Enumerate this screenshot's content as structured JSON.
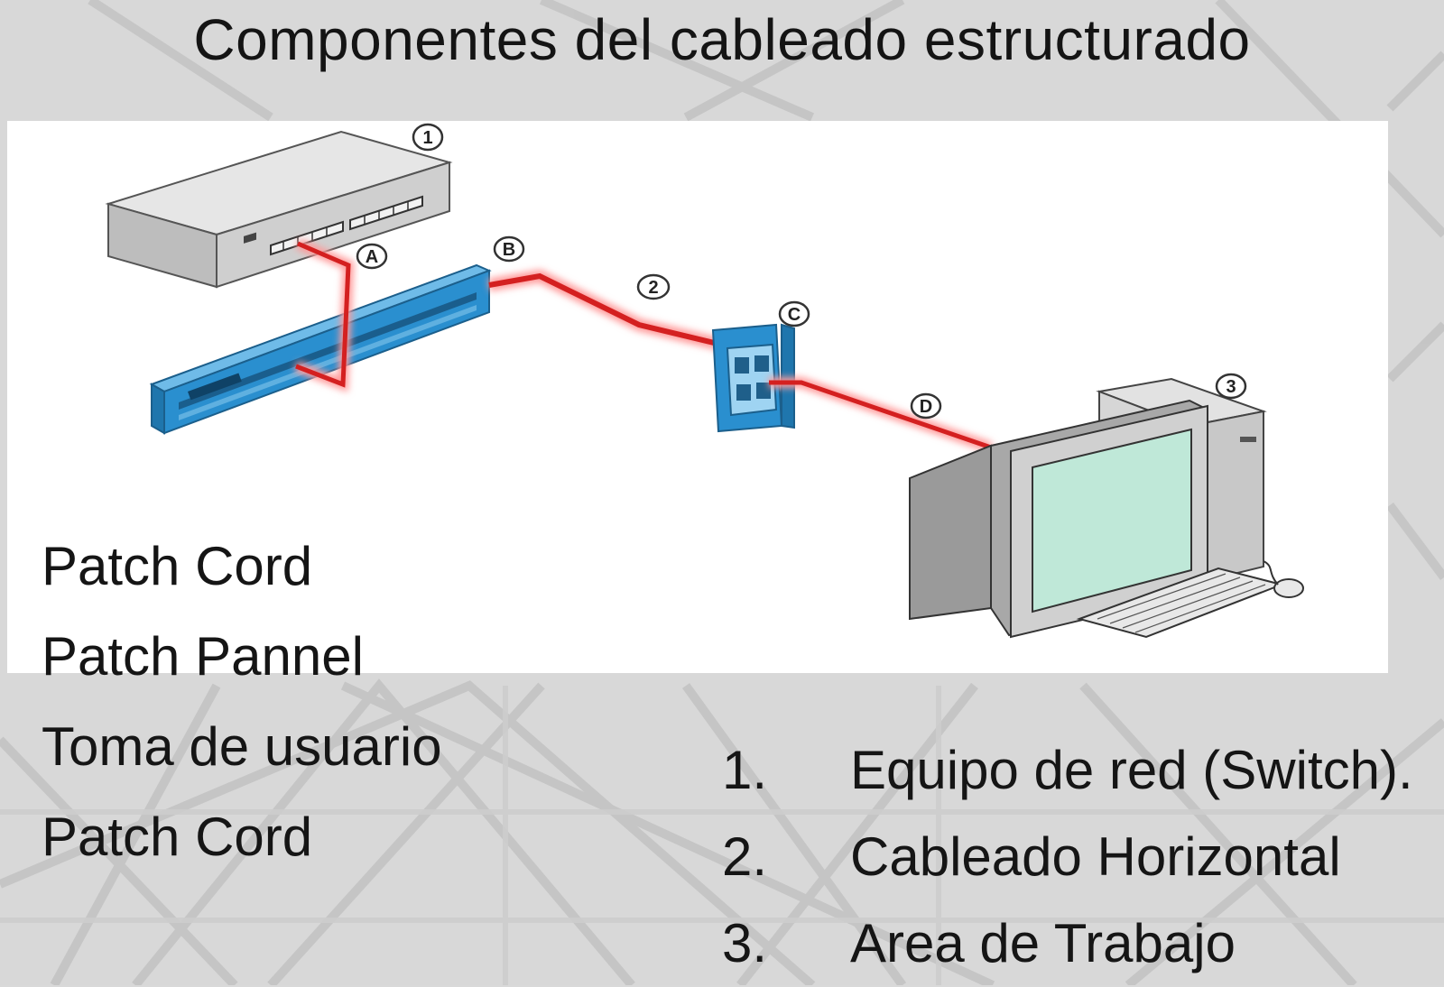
{
  "title": "Componentes del cableado estructurado",
  "callouts": {
    "switch": "1",
    "horizontal_cable": "2",
    "work_area": "3",
    "patch_cord_a": "A",
    "patch_panel_b": "B",
    "outlet_c": "C",
    "patch_cord_d": "D"
  },
  "legend_letters": [
    "Patch Cord",
    "Patch Pannel",
    "Toma de usuario",
    "Patch Cord"
  ],
  "legend_numbers": [
    {
      "number": "1.",
      "label": "Equipo de red (Switch)."
    },
    {
      "number": "2.",
      "label": "Cableado Horizontal"
    },
    {
      "number": "3.",
      "label": "Area de Trabajo"
    }
  ],
  "colors": {
    "cable": "#d42020",
    "patch_panel": "#2a8fcf",
    "switch_body": "#c8c8c8",
    "monitor_screen": "#bfe8d8"
  }
}
